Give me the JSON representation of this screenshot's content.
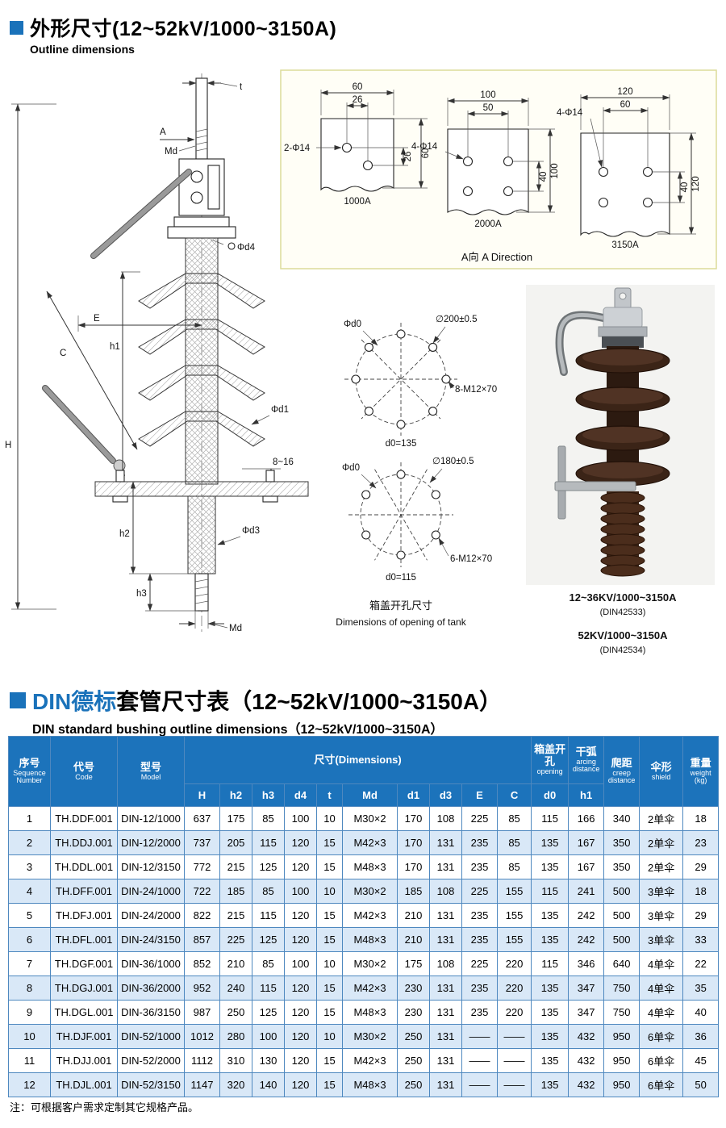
{
  "section1": {
    "title": "外形尺寸(12~52kV/1000~3150A)",
    "subtitle": "Outline dimensions"
  },
  "section2": {
    "title_din": "DIN德标",
    "title_rest": "套管尺寸表（12~52kV/1000~3150A）",
    "subtitle": "DIN standard bushing outline dimensions（12~52kV/1000~3150A）"
  },
  "note": "注：可根据客户需求定制其它规格产品。",
  "colors": {
    "accent_blue": "#1a72ba",
    "table_header": "#1c73bb",
    "row_alt": "#d9e8f7"
  },
  "drawing": {
    "main": {
      "t": "t",
      "a": "A",
      "md_top": "Md",
      "d4": "Φd4",
      "e": "E",
      "c": "C",
      "h": "H",
      "h1": "h1",
      "d1": "Φd1",
      "gap": "8~16",
      "d3": "Φd3",
      "h2": "h2",
      "h3": "h3",
      "md_bottom": "Md"
    },
    "flange": {
      "direction": "A向 A Direction",
      "p1": {
        "w": "60",
        "pitch": "26",
        "holes": "2-Φ14",
        "side_pitch": "26",
        "side": "60",
        "name": "1000A"
      },
      "p2": {
        "w": "100",
        "pitch": "50",
        "holes": "4-Φ14",
        "side_pitch": "40",
        "side": "100",
        "name": "2000A"
      },
      "p3": {
        "w": "120",
        "pitch": "60",
        "holes": "4-Φ14",
        "side_pitch": "40",
        "side": "120",
        "name": "3150A"
      }
    },
    "circles": {
      "c1": {
        "label": "Φd0",
        "dia": "∅200±0.5",
        "bolts": "8-M12×70",
        "ref": "d0=135"
      },
      "c2": {
        "label": "Φd0",
        "dia": "∅180±0.5",
        "bolts": "6-M12×70",
        "ref": "d0=115"
      },
      "caption_cn": "箱盖开孔尺寸",
      "caption_en": "Dimensions of opening of tank"
    },
    "photo": {
      "cap1": "12~36KV/1000~3150A",
      "cap1_sub": "(DIN42533)",
      "cap2": "52KV/1000~3150A",
      "cap2_sub": "(DIN42534)"
    }
  },
  "table": {
    "headers": {
      "seq_cn": "序号",
      "seq_en": "Sequence Number",
      "code_cn": "代号",
      "code_en": "Code",
      "model_cn": "型号",
      "model_en": "Model",
      "dims": "尺寸(Dimensions)",
      "opening_cn": "箱盖开孔",
      "opening_en": "opening",
      "arcing_cn": "干弧",
      "arcing_en": "arcing distance",
      "creep_cn": "爬距",
      "creep_en": "creep distance",
      "shield_cn": "伞形",
      "shield_en": "shield",
      "weight_cn": "重量",
      "weight_en": "weight (kg)",
      "sub": [
        "H",
        "h2",
        "h3",
        "d4",
        "t",
        "Md",
        "d1",
        "d3",
        "E",
        "C",
        "d0",
        "h1"
      ]
    },
    "rows": [
      [
        "1",
        "TH.DDF.001",
        "DIN-12/1000",
        "637",
        "175",
        "85",
        "100",
        "10",
        "M30×2",
        "170",
        "108",
        "225",
        "85",
        "115",
        "166",
        "340",
        "2单伞",
        "18"
      ],
      [
        "2",
        "TH.DDJ.001",
        "DIN-12/2000",
        "737",
        "205",
        "115",
        "120",
        "15",
        "M42×3",
        "170",
        "131",
        "235",
        "85",
        "135",
        "167",
        "350",
        "2单伞",
        "23"
      ],
      [
        "3",
        "TH.DDL.001",
        "DIN-12/3150",
        "772",
        "215",
        "125",
        "120",
        "15",
        "M48×3",
        "170",
        "131",
        "235",
        "85",
        "135",
        "167",
        "350",
        "2单伞",
        "29"
      ],
      [
        "4",
        "TH.DFF.001",
        "DIN-24/1000",
        "722",
        "185",
        "85",
        "100",
        "10",
        "M30×2",
        "185",
        "108",
        "225",
        "155",
        "115",
        "241",
        "500",
        "3单伞",
        "18"
      ],
      [
        "5",
        "TH.DFJ.001",
        "DIN-24/2000",
        "822",
        "215",
        "115",
        "120",
        "15",
        "M42×3",
        "210",
        "131",
        "235",
        "155",
        "135",
        "242",
        "500",
        "3单伞",
        "29"
      ],
      [
        "6",
        "TH.DFL.001",
        "DIN-24/3150",
        "857",
        "225",
        "125",
        "120",
        "15",
        "M48×3",
        "210",
        "131",
        "235",
        "155",
        "135",
        "242",
        "500",
        "3单伞",
        "33"
      ],
      [
        "7",
        "TH.DGF.001",
        "DIN-36/1000",
        "852",
        "210",
        "85",
        "100",
        "10",
        "M30×2",
        "175",
        "108",
        "225",
        "220",
        "115",
        "346",
        "640",
        "4单伞",
        "22"
      ],
      [
        "8",
        "TH.DGJ.001",
        "DIN-36/2000",
        "952",
        "240",
        "115",
        "120",
        "15",
        "M42×3",
        "230",
        "131",
        "235",
        "220",
        "135",
        "347",
        "750",
        "4单伞",
        "35"
      ],
      [
        "9",
        "TH.DGL.001",
        "DIN-36/3150",
        "987",
        "250",
        "125",
        "120",
        "15",
        "M48×3",
        "230",
        "131",
        "235",
        "220",
        "135",
        "347",
        "750",
        "4单伞",
        "40"
      ],
      [
        "10",
        "TH.DJF.001",
        "DIN-52/1000",
        "1012",
        "280",
        "100",
        "120",
        "10",
        "M30×2",
        "250",
        "131",
        "——",
        "——",
        "135",
        "432",
        "950",
        "6单伞",
        "36"
      ],
      [
        "11",
        "TH.DJJ.001",
        "DIN-52/2000",
        "1112",
        "310",
        "130",
        "120",
        "15",
        "M42×3",
        "250",
        "131",
        "——",
        "——",
        "135",
        "432",
        "950",
        "6单伞",
        "45"
      ],
      [
        "12",
        "TH.DJL.001",
        "DIN-52/3150",
        "1147",
        "320",
        "140",
        "120",
        "15",
        "M48×3",
        "250",
        "131",
        "——",
        "——",
        "135",
        "432",
        "950",
        "6单伞",
        "50"
      ]
    ]
  }
}
